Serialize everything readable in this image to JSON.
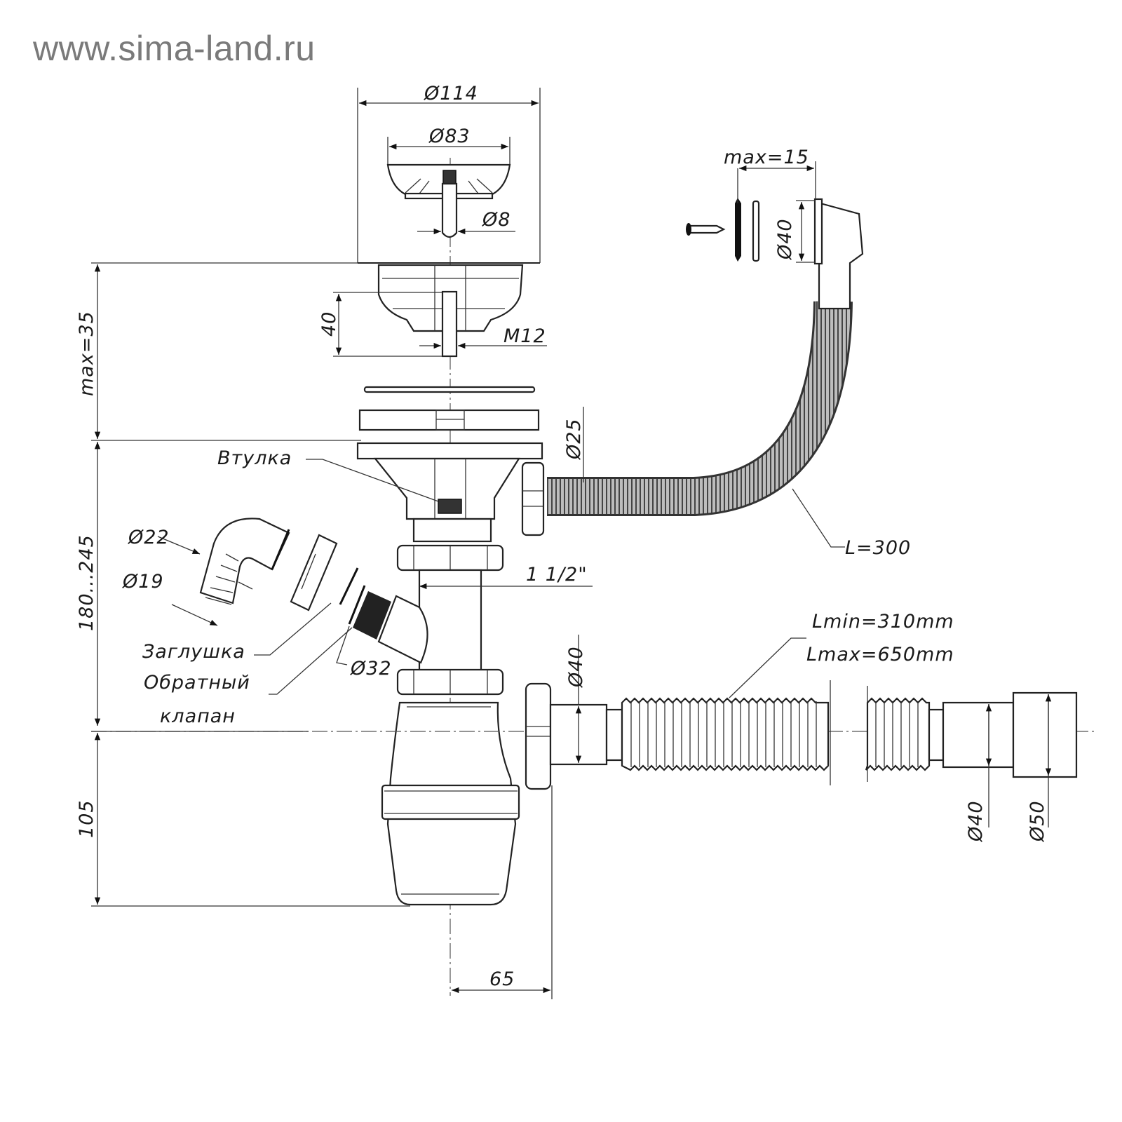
{
  "watermark": "www.sima-land.ru",
  "dimensions": {
    "strainer_flange_dia": "Ø114",
    "strainer_basket_dia": "Ø83",
    "stem_dia": "Ø8",
    "body_height": "40",
    "thread": "M12",
    "sink_thickness": "max=35",
    "overflow_thickness": "max=15",
    "overflow_dia": "Ø40",
    "overflow_hose_dia": "Ø25",
    "overflow_hose_length": "L=300",
    "total_height": "180...245",
    "nut_size": "1 1/2\"",
    "side_outlet_dia": "Ø32",
    "hose_outer_dia": "Ø22",
    "hose_inner_dia": "Ø19",
    "trap_outlet_dia": "Ø40",
    "corrugated_length_min": "Lmin=310mm",
    "corrugated_length_max": "Lmax=650mm",
    "end_inner_dia": "Ø40",
    "end_outer_dia": "Ø50",
    "trap_depth": "105",
    "trap_offset": "65"
  },
  "labels": {
    "bushing": "Втулка",
    "plug": "Заглушка",
    "check_valve_line1": "Обратный",
    "check_valve_line2": "клапан"
  }
}
